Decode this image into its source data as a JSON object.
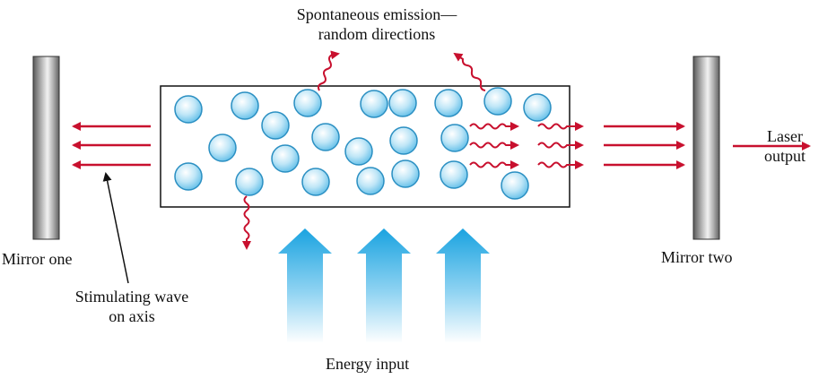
{
  "labels": {
    "spontaneous_line1": "Spontaneous emission—",
    "spontaneous_line2": "random directions",
    "laser_line1": "Laser",
    "laser_line2": "output",
    "mirror_one": "Mirror one",
    "mirror_two": "Mirror two",
    "stimulating_line1": "Stimulating wave",
    "stimulating_line2": "on axis",
    "energy_input": "Energy input"
  },
  "colors": {
    "arrow_red": "#c8102e",
    "atom_fill": "#bfe6f7",
    "atom_stroke": "#2a8fc2",
    "energy_arrow": "#1aa3e0",
    "mirror": "#8c8c8c"
  }
}
